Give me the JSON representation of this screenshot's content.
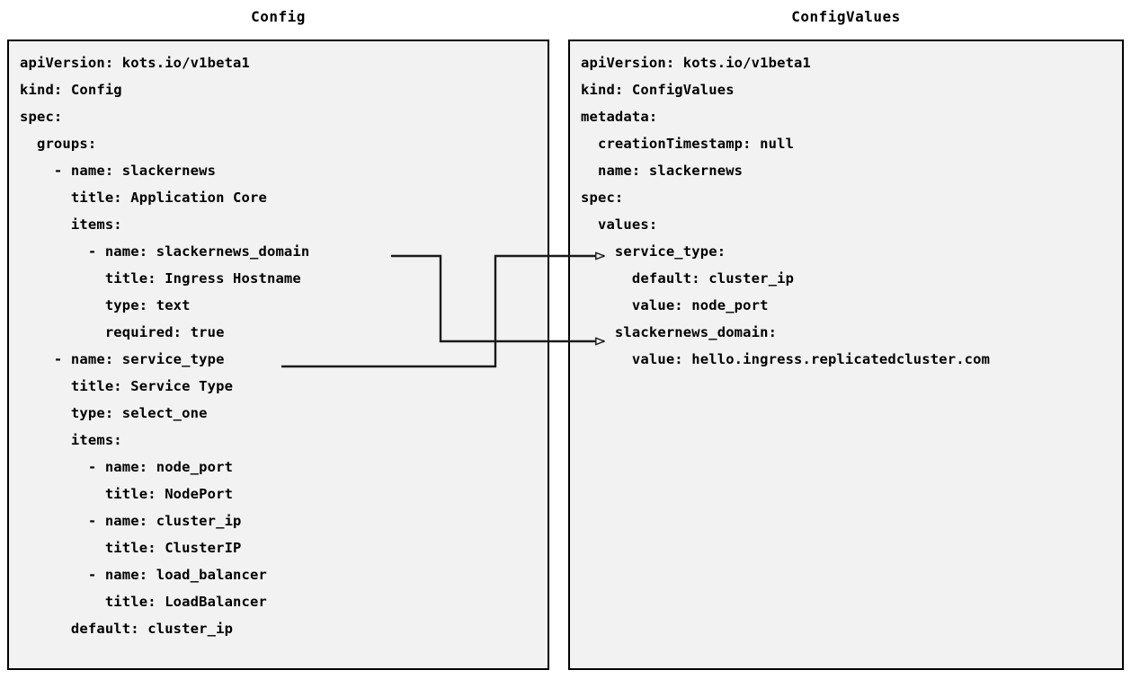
{
  "diagram": {
    "title_left": "Config",
    "title_right": "ConfigValues",
    "line_color": "#1a1a1a",
    "panel_background": "#f2f2f2",
    "panel_border_color": "#000000",
    "text_color": "#000000"
  },
  "config_panel": {
    "title": "Config",
    "yaml": "apiVersion: kots.io/v1beta1\nkind: Config\nspec:\n  groups:\n    - name: slackernews\n      title: Application Core\n      items:\n        - name: slackernews_domain\n          title: Ingress Hostname\n          type: text\n          required: true\n    - name: service_type\n      title: Service Type\n      type: select_one\n      items:\n        - name: node_port\n          title: NodePort\n        - name: cluster_ip\n          title: ClusterIP\n        - name: load_balancer\n          title: LoadBalancer\n      default: cluster_ip",
    "lines": [
      "apiVersion: kots.io/v1beta1",
      "kind: Config",
      "spec:",
      "  groups:",
      "    - name: slackernews",
      "      title: Application Core",
      "      items:",
      "        - name: slackernews_domain",
      "          title: Ingress Hostname",
      "          type: text",
      "          required: true",
      "    - name: service_type",
      "      title: Service Type",
      "      type: select_one",
      "      items:",
      "        - name: node_port",
      "          title: NodePort",
      "        - name: cluster_ip",
      "          title: ClusterIP",
      "        - name: load_balancer",
      "          title: LoadBalancer",
      "      default: cluster_ip"
    ]
  },
  "configvalues_panel": {
    "title": "ConfigValues",
    "yaml": "apiVersion: kots.io/v1beta1\nkind: ConfigValues\nmetadata:\n  creationTimestamp: null\n  name: slackernews\nspec:\n  values:\n    service_type:\n      default: cluster_ip\n      value: node_port\n    slackernews_domain:\n      value: hello.ingress.replicatedcluster.com",
    "lines": [
      "apiVersion: kots.io/v1beta1",
      "kind: ConfigValues",
      "metadata:",
      "  creationTimestamp: null",
      "  name: slackernews",
      "spec:",
      "  values:",
      "    service_type:",
      "      default: cluster_ip",
      "      value: node_port",
      "    slackernews_domain:",
      "      value: hello.ingress.replicatedcluster.com"
    ]
  },
  "connections": [
    {
      "from": "slackernews_domain",
      "to": "slackernews_domain:",
      "label": ""
    },
    {
      "from": "service_type",
      "to": "service_type:",
      "label": ""
    }
  ]
}
